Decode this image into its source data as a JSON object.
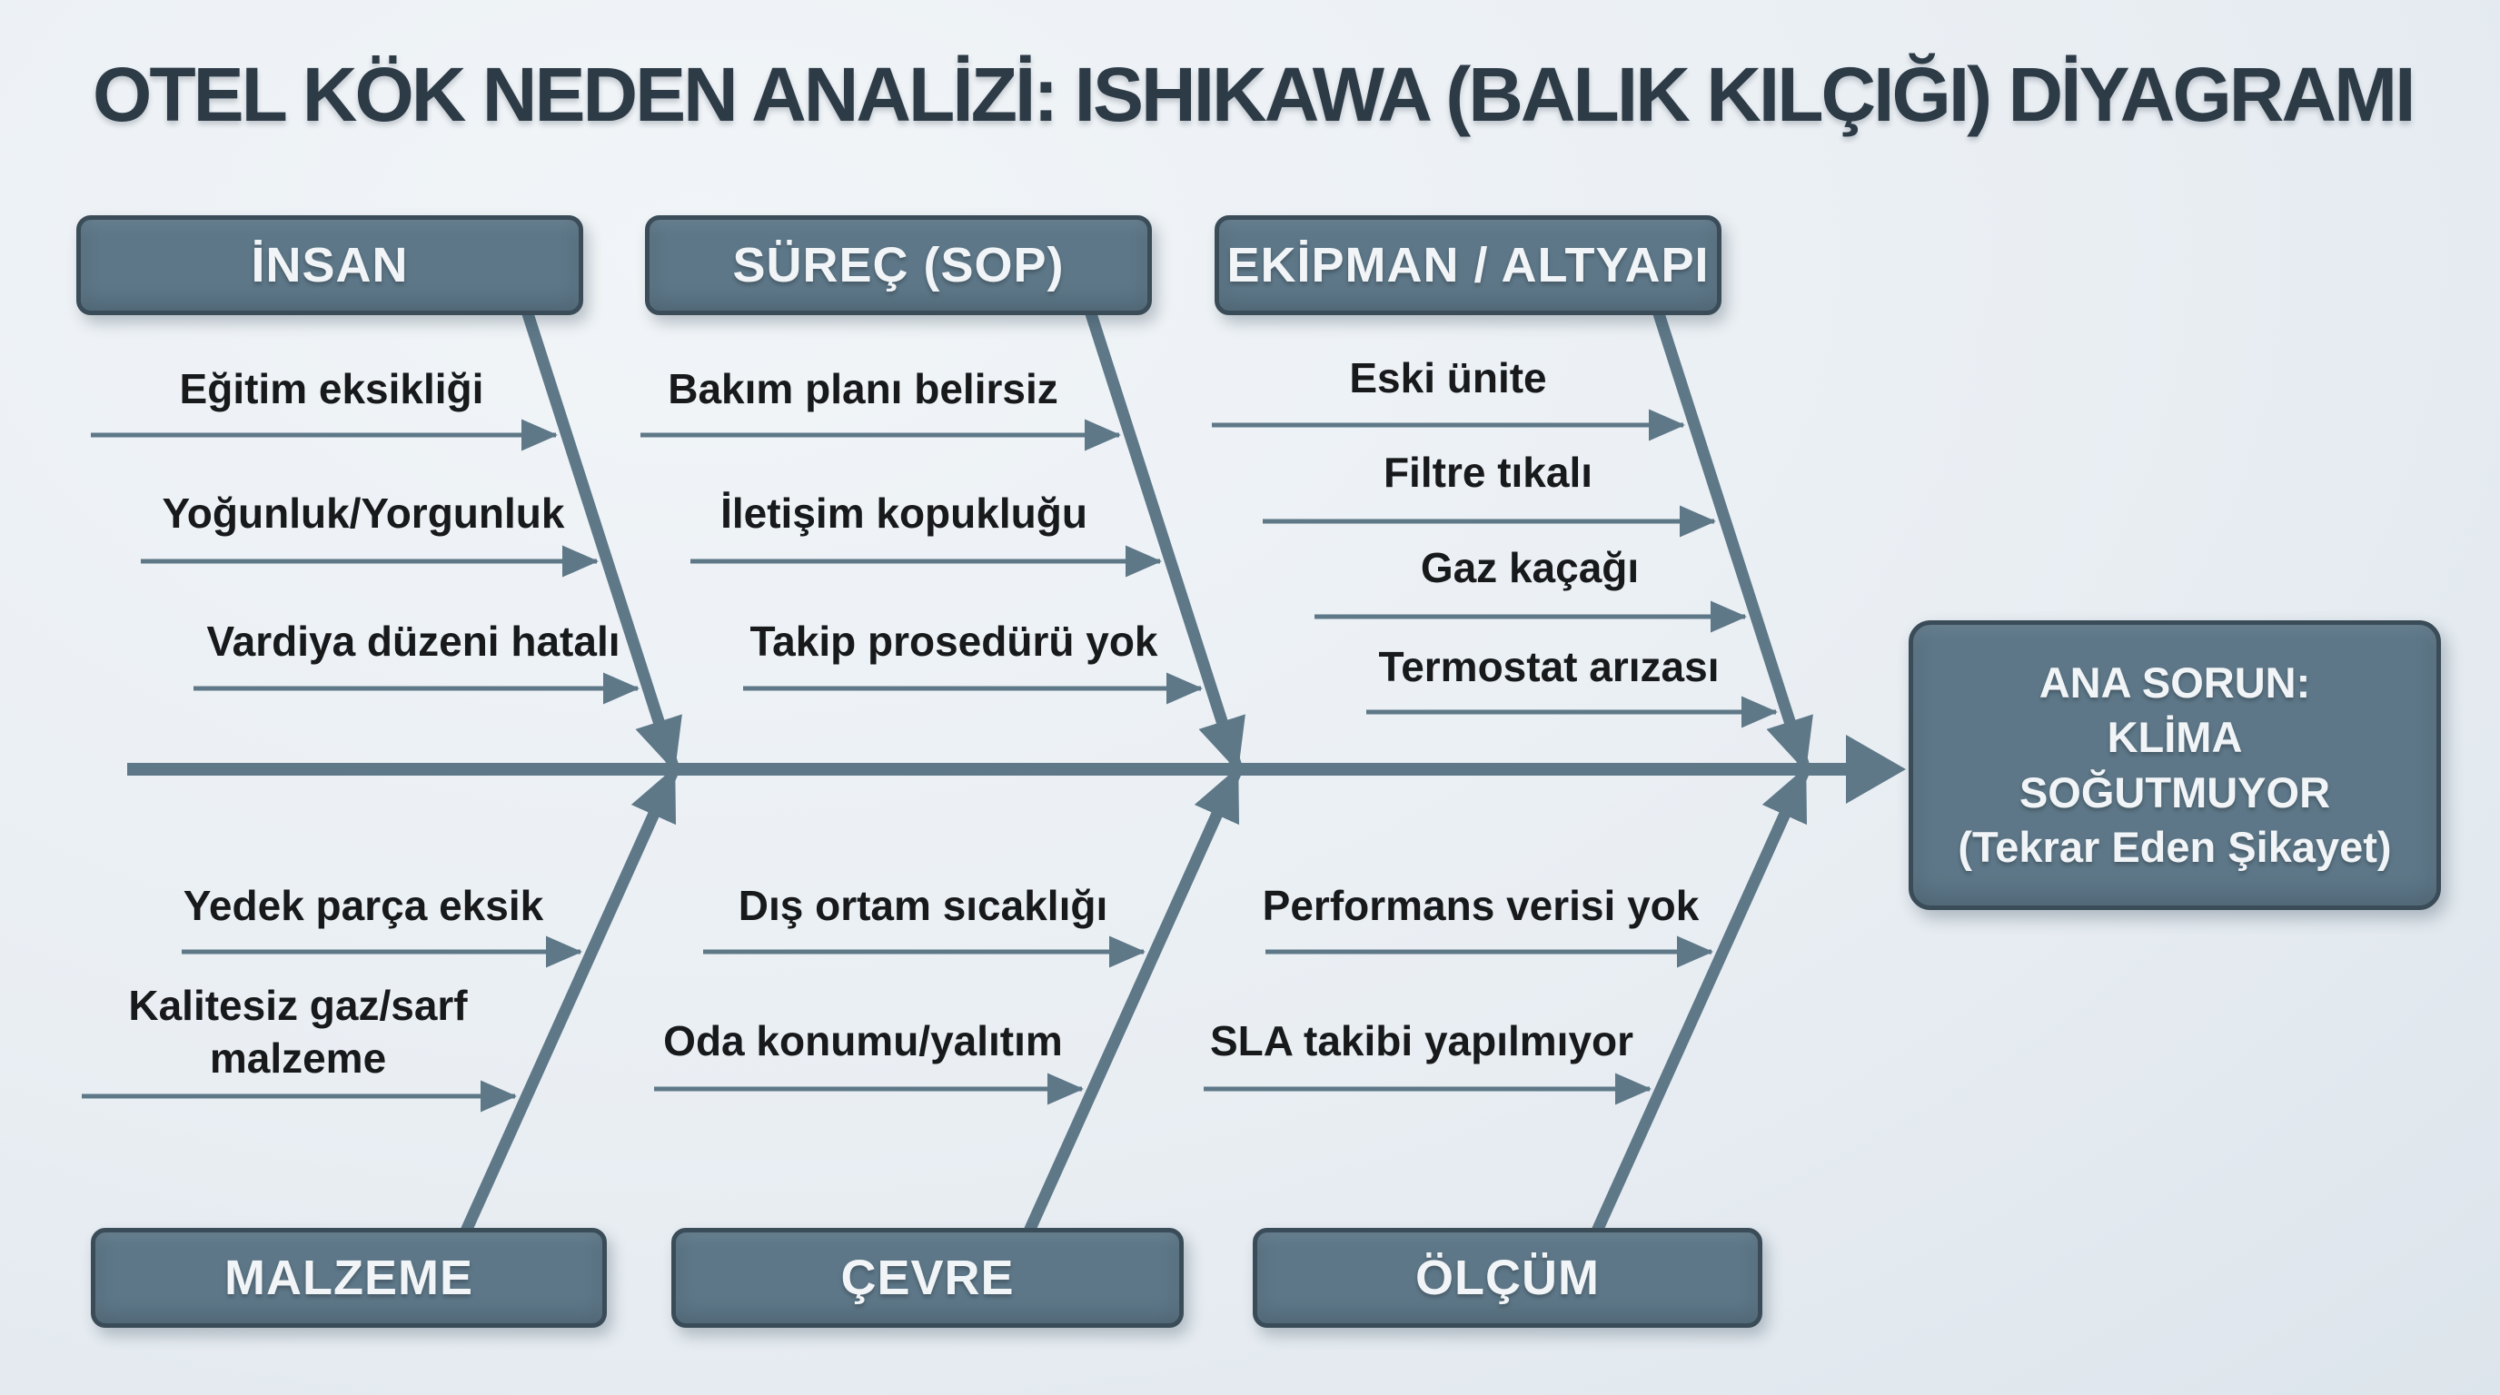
{
  "title": "OTEL KÖK NEDEN ANALİZİ: ISHIKAWA (BALIK KILÇIĞI) DİYAGRAMI",
  "problem": {
    "text": "ANA SORUN:\nKLİMA\nSOĞUTMUYOR\n(Tekrar Eden Şikayet)"
  },
  "categories": [
    {
      "label": "İNSAN",
      "position": "top",
      "causes": [
        "Eğitim eksikliği",
        "Yoğunluk/Yorgunluk",
        "Vardiya düzeni hatalı"
      ]
    },
    {
      "label": "SÜREÇ (SOP)",
      "position": "top",
      "causes": [
        "Bakım planı belirsiz",
        "İletişim kopukluğu",
        "Takip prosedürü yok"
      ]
    },
    {
      "label": "EKİPMAN / ALTYAPI",
      "position": "top",
      "causes": [
        "Eski ünite",
        "Filtre tıkalı",
        "Gaz kaçağı",
        "Termostat arızası"
      ]
    },
    {
      "label": "MALZEME",
      "position": "bottom",
      "causes": [
        "Yedek parça eksik",
        "Kalitesiz gaz/sarf malzeme"
      ]
    },
    {
      "label": "ÇEVRE",
      "position": "bottom",
      "causes": [
        "Dış ortam sıcaklığı",
        "Oda konumu/yalıtım"
      ]
    },
    {
      "label": "ÖLÇÜM",
      "position": "bottom",
      "causes": [
        "Performans verisi yok",
        "SLA takibi yapılmıyor"
      ]
    }
  ],
  "colors": {
    "bg": "#e9eef3",
    "box_fill": "#5d7788",
    "box_border": "#3a4c58",
    "bone": "#5e7888",
    "title_text": "#2d3b47",
    "box_text": "#f2f5f7",
    "cause_text": "#17191b"
  }
}
